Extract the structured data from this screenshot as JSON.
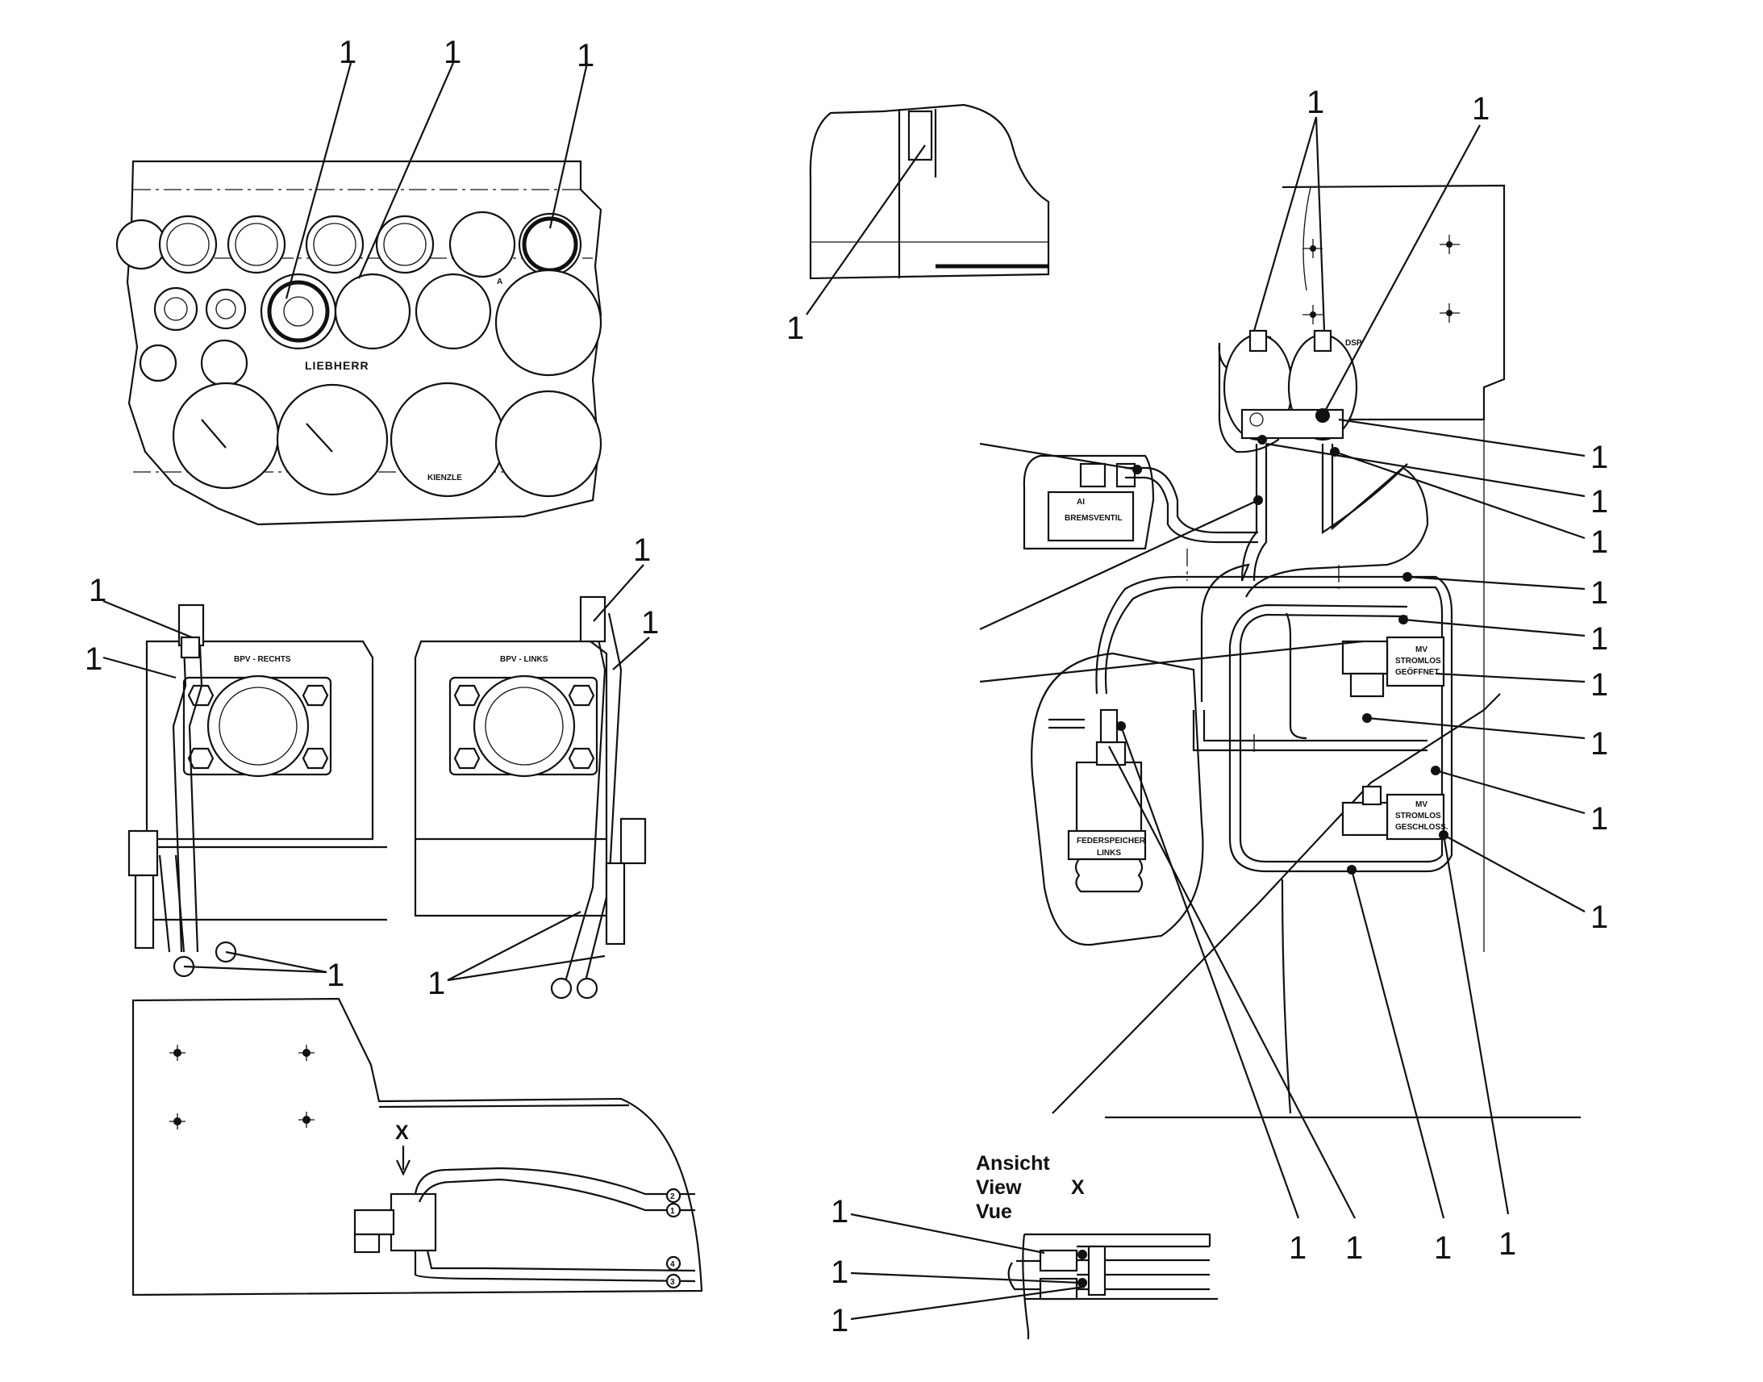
{
  "callout_number": "1",
  "view_label": {
    "line1": "Ansicht",
    "line2": "View",
    "line3": "Vue",
    "letter": "X"
  },
  "arrow_letter": "X",
  "panel_brand": "LIEBHERR",
  "component_labels": {
    "bpv_right": "BPV - RECHTS",
    "bpv_left": "BPV - LINKS",
    "brake_valve": "BREMSVENTIL",
    "spring_store_line1": "FEDERSPEICHER",
    "spring_store_line2": "LINKS",
    "valve_open_line1": "MV",
    "valve_open_line2": "STROMLOS",
    "valve_open_line3": "GEÖFFNET",
    "valve_closed_line1": "MV",
    "valve_closed_line2": "STROMLOS",
    "valve_closed_line3": "GESCHLOSS.",
    "accumulator": "DSP",
    "port_a": "A",
    "port_ai": "AI",
    "gauge_brand": "KIENZLE",
    "hose_numbers": [
      "2",
      "1",
      "4",
      "3"
    ]
  }
}
